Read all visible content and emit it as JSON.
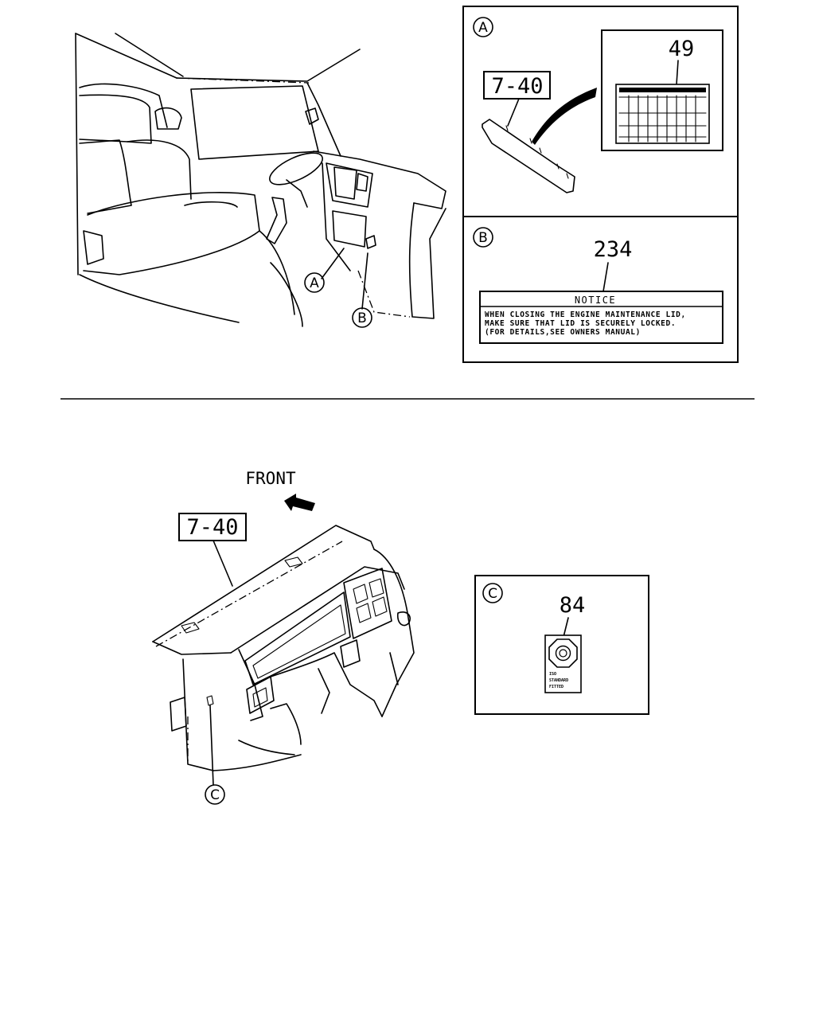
{
  "callouts": {
    "a": "A",
    "b": "B",
    "c": "C"
  },
  "panel_a": {
    "part_ref": "7-40",
    "part_number": "49"
  },
  "panel_b": {
    "part_number": "234",
    "notice_title": "NOTICE",
    "notice_lines": [
      "WHEN CLOSING THE ENGINE MAINTENANCE LID,",
      "MAKE SURE THAT LID IS SECURELY LOCKED.",
      "(FOR DETAILS,SEE OWNERS MANUAL)"
    ]
  },
  "lower_view": {
    "direction_label": "FRONT",
    "part_ref": "7-40"
  },
  "panel_c": {
    "part_number": "84",
    "label_text": [
      "ISO",
      "STANDARD",
      "FITTED"
    ]
  }
}
